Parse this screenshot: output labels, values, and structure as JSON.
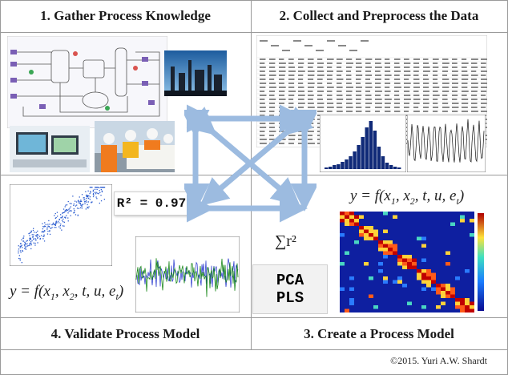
{
  "stages": {
    "s1": "1. Gather Process Knowledge",
    "s2": "2. Collect and Preprocess the Data",
    "s3": "3. Create a Process Model",
    "s4": "4. Validate Process Model"
  },
  "r_squared": "R² = 0.97",
  "model_equation": "y = f(x1, x2, t, u, et)",
  "sum_label": "∑r²",
  "methods": [
    "PCA",
    "PLS"
  ],
  "copyright": "©2015. Yuri A.W. Shardt",
  "arrow_color": "#9cbbe0"
}
